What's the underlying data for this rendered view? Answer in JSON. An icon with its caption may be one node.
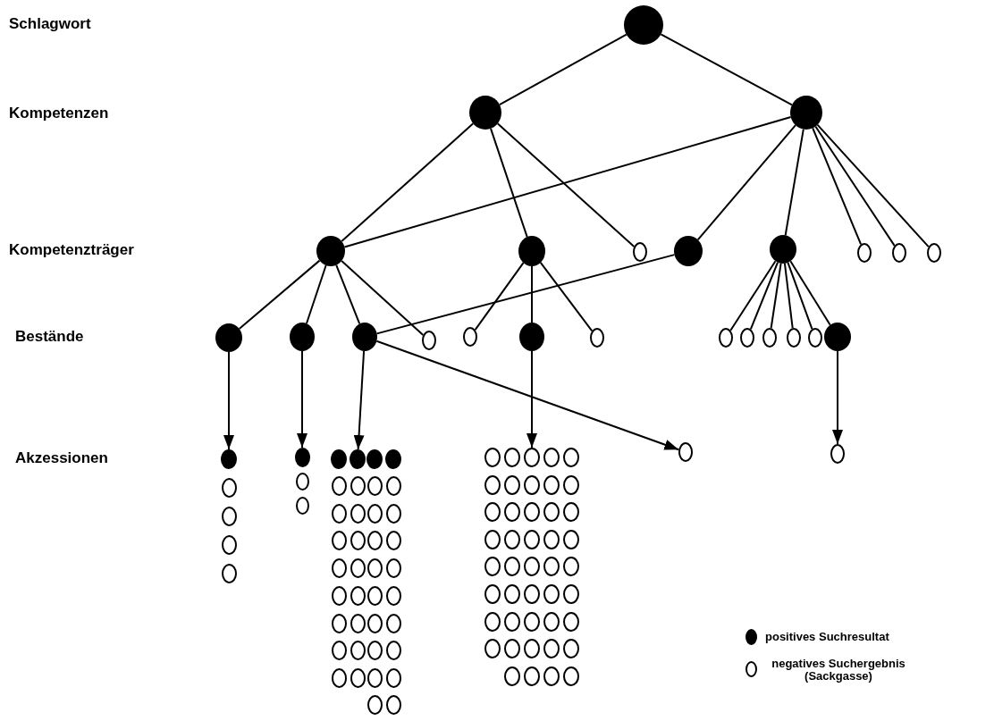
{
  "diagram": {
    "nodes": [
      {
        "text": [],
        "shape": "dot"
      },
      {
        "text": [],
        "shape": "dot"
      },
      {
        "text": [],
        "shape": "dot"
      },
      {
        "text": [],
        "shape": "dot"
      },
      {
        "text": [],
        "shape": "dot"
      },
      {
        "text": [],
        "shape": "circle"
      },
      {
        "text": [],
        "shape": "dot"
      },
      {
        "text": [],
        "shape": "dot"
      },
      {
        "text": [],
        "shape": "circle"
      },
      {
        "text": [],
        "shape": "circle"
      },
      {
        "text": [],
        "shape": "circle"
      },
      {
        "text": [],
        "shape": "dot"
      },
      {
        "text": [],
        "shape": "dot"
      },
      {
        "text": [],
        "shape": "dot"
      },
      {
        "text": [],
        "shape": "circle"
      },
      {
        "text": [],
        "shape": "circle"
      },
      {
        "text": [],
        "shape": "dot"
      },
      {
        "text": [],
        "shape": "circle"
      },
      {
        "text": [],
        "shape": "circle"
      },
      {
        "text": [],
        "shape": "circle"
      },
      {
        "text": [],
        "shape": "circle"
      },
      {
        "text": [],
        "shape": "circle"
      },
      {
        "text": [],
        "shape": "circle"
      },
      {
        "text": [],
        "shape": "dot"
      },
      {
        "text": [],
        "shape": "dot"
      },
      {
        "text": [],
        "shape": "circle"
      },
      {
        "text": [],
        "shape": "circle"
      },
      {
        "text": [],
        "shape": "circle"
      },
      {
        "text": [],
        "shape": "circle"
      },
      {
        "text": [],
        "shape": "dot"
      },
      {
        "text": [],
        "shape": "circle"
      },
      {
        "text": [],
        "shape": "circle"
      },
      {
        "text": [],
        "shape": "dot"
      },
      {
        "text": [],
        "shape": "dot"
      },
      {
        "text": [],
        "shape": "dot"
      },
      {
        "text": [],
        "shape": "dot"
      },
      {
        "text": [],
        "shape": "circle"
      },
      {
        "text": [],
        "shape": "circle"
      },
      {
        "text": [],
        "shape": "circle"
      },
      {
        "text": [],
        "shape": "circle"
      },
      {
        "text": [],
        "shape": "circle"
      },
      {
        "text": [],
        "shape": "circle"
      },
      {
        "text": [],
        "shape": "circle"
      },
      {
        "text": [],
        "shape": "circle"
      },
      {
        "text": [],
        "shape": "circle"
      },
      {
        "text": [],
        "shape": "circle"
      },
      {
        "text": [],
        "shape": "circle"
      },
      {
        "text": [],
        "shape": "circle"
      },
      {
        "text": [],
        "shape": "circle"
      },
      {
        "text": [],
        "shape": "circle"
      },
      {
        "text": [],
        "shape": "circle"
      },
      {
        "text": [],
        "shape": "circle"
      },
      {
        "text": [],
        "shape": "circle"
      },
      {
        "text": [],
        "shape": "circle"
      },
      {
        "text": [],
        "shape": "circle"
      },
      {
        "text": [],
        "shape": "circle"
      },
      {
        "text": [],
        "shape": "circle"
      },
      {
        "text": [],
        "shape": "circle"
      },
      {
        "text": [],
        "shape": "circle"
      },
      {
        "text": [],
        "shape": "circle"
      },
      {
        "text": [],
        "shape": "circle"
      },
      {
        "text": [],
        "shape": "circle"
      },
      {
        "text": [],
        "shape": "circle"
      },
      {
        "text": [],
        "shape": "circle"
      },
      {
        "text": [],
        "shape": "circle"
      },
      {
        "text": [],
        "shape": "circle"
      },
      {
        "text": [],
        "shape": "circle"
      },
      {
        "text": [],
        "shape": "circle"
      },
      {
        "text": [],
        "shape": "circle"
      },
      {
        "text": [],
        "shape": "circle"
      },
      {
        "text": [],
        "shape": "circle"
      },
      {
        "text": [],
        "shape": "circle"
      },
      {
        "text": [],
        "shape": "circle"
      },
      {
        "text": [],
        "shape": "circle"
      },
      {
        "text": [],
        "shape": "circle"
      },
      {
        "text": [],
        "shape": "circle"
      },
      {
        "text": [],
        "shape": "circle"
      },
      {
        "text": [],
        "shape": "circle"
      },
      {
        "text": [],
        "shape": "circle"
      },
      {
        "text": [],
        "shape": "circle"
      },
      {
        "text": [],
        "shape": "circle"
      },
      {
        "text": [],
        "shape": "circle"
      },
      {
        "text": [],
        "shape": "circle"
      },
      {
        "text": [],
        "shape": "circle"
      },
      {
        "text": [],
        "shape": "circle"
      },
      {
        "text": [],
        "shape": "circle"
      },
      {
        "text": [],
        "shape": "circle"
      },
      {
        "text": [],
        "shape": "circle"
      },
      {
        "text": [],
        "shape": "circle"
      },
      {
        "text": [],
        "shape": "circle"
      },
      {
        "text": [],
        "shape": "circle"
      },
      {
        "text": [],
        "shape": "circle"
      },
      {
        "text": [],
        "shape": "circle"
      },
      {
        "text": [],
        "shape": "circle"
      },
      {
        "text": [],
        "shape": "circle"
      },
      {
        "text": [],
        "shape": "circle"
      },
      {
        "text": [],
        "shape": "circle"
      },
      {
        "text": [],
        "shape": "circle"
      },
      {
        "text": [],
        "shape": "circle"
      },
      {
        "text": [],
        "shape": "circle"
      },
      {
        "text": [],
        "shape": "circle"
      },
      {
        "text": [],
        "shape": "circle"
      },
      {
        "text": [],
        "shape": "circle"
      },
      {
        "text": [],
        "shape": "circle"
      },
      {
        "text": [],
        "shape": "circle"
      },
      {
        "text": [],
        "shape": "circle"
      },
      {
        "text": [],
        "shape": "circle"
      },
      {
        "text": [],
        "shape": "circle"
      },
      {
        "text": [],
        "shape": "circle"
      },
      {
        "text": [],
        "shape": "circle"
      },
      {
        "text": [],
        "shape": "circle"
      },
      {
        "text": [],
        "shape": "circle"
      },
      {
        "text": [],
        "shape": "circle"
      },
      {
        "text": [],
        "shape": "circle"
      },
      {
        "text": [],
        "shape": "circle"
      },
      {
        "text": [],
        "shape": "circle"
      }
    ],
    "edges": [
      {
        "from": 0,
        "to": 1,
        "arrow": "none"
      },
      {
        "from": 0,
        "to": 2,
        "arrow": "none"
      },
      {
        "from": 1,
        "to": 3,
        "arrow": "none"
      },
      {
        "from": 1,
        "to": 4,
        "arrow": "none"
      },
      {
        "from": 1,
        "to": 5,
        "arrow": "none"
      },
      {
        "from": 2,
        "to": 3,
        "arrow": "none"
      },
      {
        "from": 2,
        "to": 6,
        "arrow": "none"
      },
      {
        "from": 2,
        "to": 7,
        "arrow": "none"
      },
      {
        "from": 2,
        "to": 8,
        "arrow": "none"
      },
      {
        "from": 2,
        "to": 9,
        "arrow": "none"
      },
      {
        "from": 2,
        "to": 10,
        "arrow": "none"
      },
      {
        "from": 3,
        "to": 11,
        "arrow": "none"
      },
      {
        "from": 3,
        "to": 12,
        "arrow": "none"
      },
      {
        "from": 3,
        "to": 13,
        "arrow": "none"
      },
      {
        "from": 3,
        "to": 14,
        "arrow": "none"
      },
      {
        "from": 4,
        "to": 15,
        "arrow": "none"
      },
      {
        "from": 4,
        "to": 16,
        "arrow": "none"
      },
      {
        "from": 4,
        "to": 17,
        "arrow": "none"
      },
      {
        "from": 6,
        "to": 13,
        "arrow": "none"
      },
      {
        "from": 7,
        "to": 18,
        "arrow": "none"
      },
      {
        "from": 7,
        "to": 19,
        "arrow": "none"
      },
      {
        "from": 7,
        "to": 20,
        "arrow": "none"
      },
      {
        "from": 7,
        "to": 21,
        "arrow": "none"
      },
      {
        "from": 7,
        "to": 22,
        "arrow": "none"
      },
      {
        "from": 7,
        "to": 23,
        "arrow": "none"
      },
      {
        "from": 11,
        "to": 24,
        "arrow": "to"
      },
      {
        "from": 12,
        "to": 29,
        "arrow": "to"
      },
      {
        "from": 13,
        "to": 33,
        "arrow": "to"
      },
      {
        "from": 16,
        "to": 72,
        "arrow": "to"
      },
      {
        "from": 13,
        "to": 114,
        "arrow": "to"
      },
      {
        "from": 23,
        "to": 115,
        "arrow": "to"
      }
    ],
    "labels": [
      "Schlagwort",
      "Kompetenzen",
      "Kompetenzträger",
      "Bestände",
      "Akzessionen"
    ],
    "legend": [
      {
        "text": "positives Suchresultat"
      },
      {
        "text": "negatives Suchergebnis (Sackgasse)"
      }
    ]
  }
}
